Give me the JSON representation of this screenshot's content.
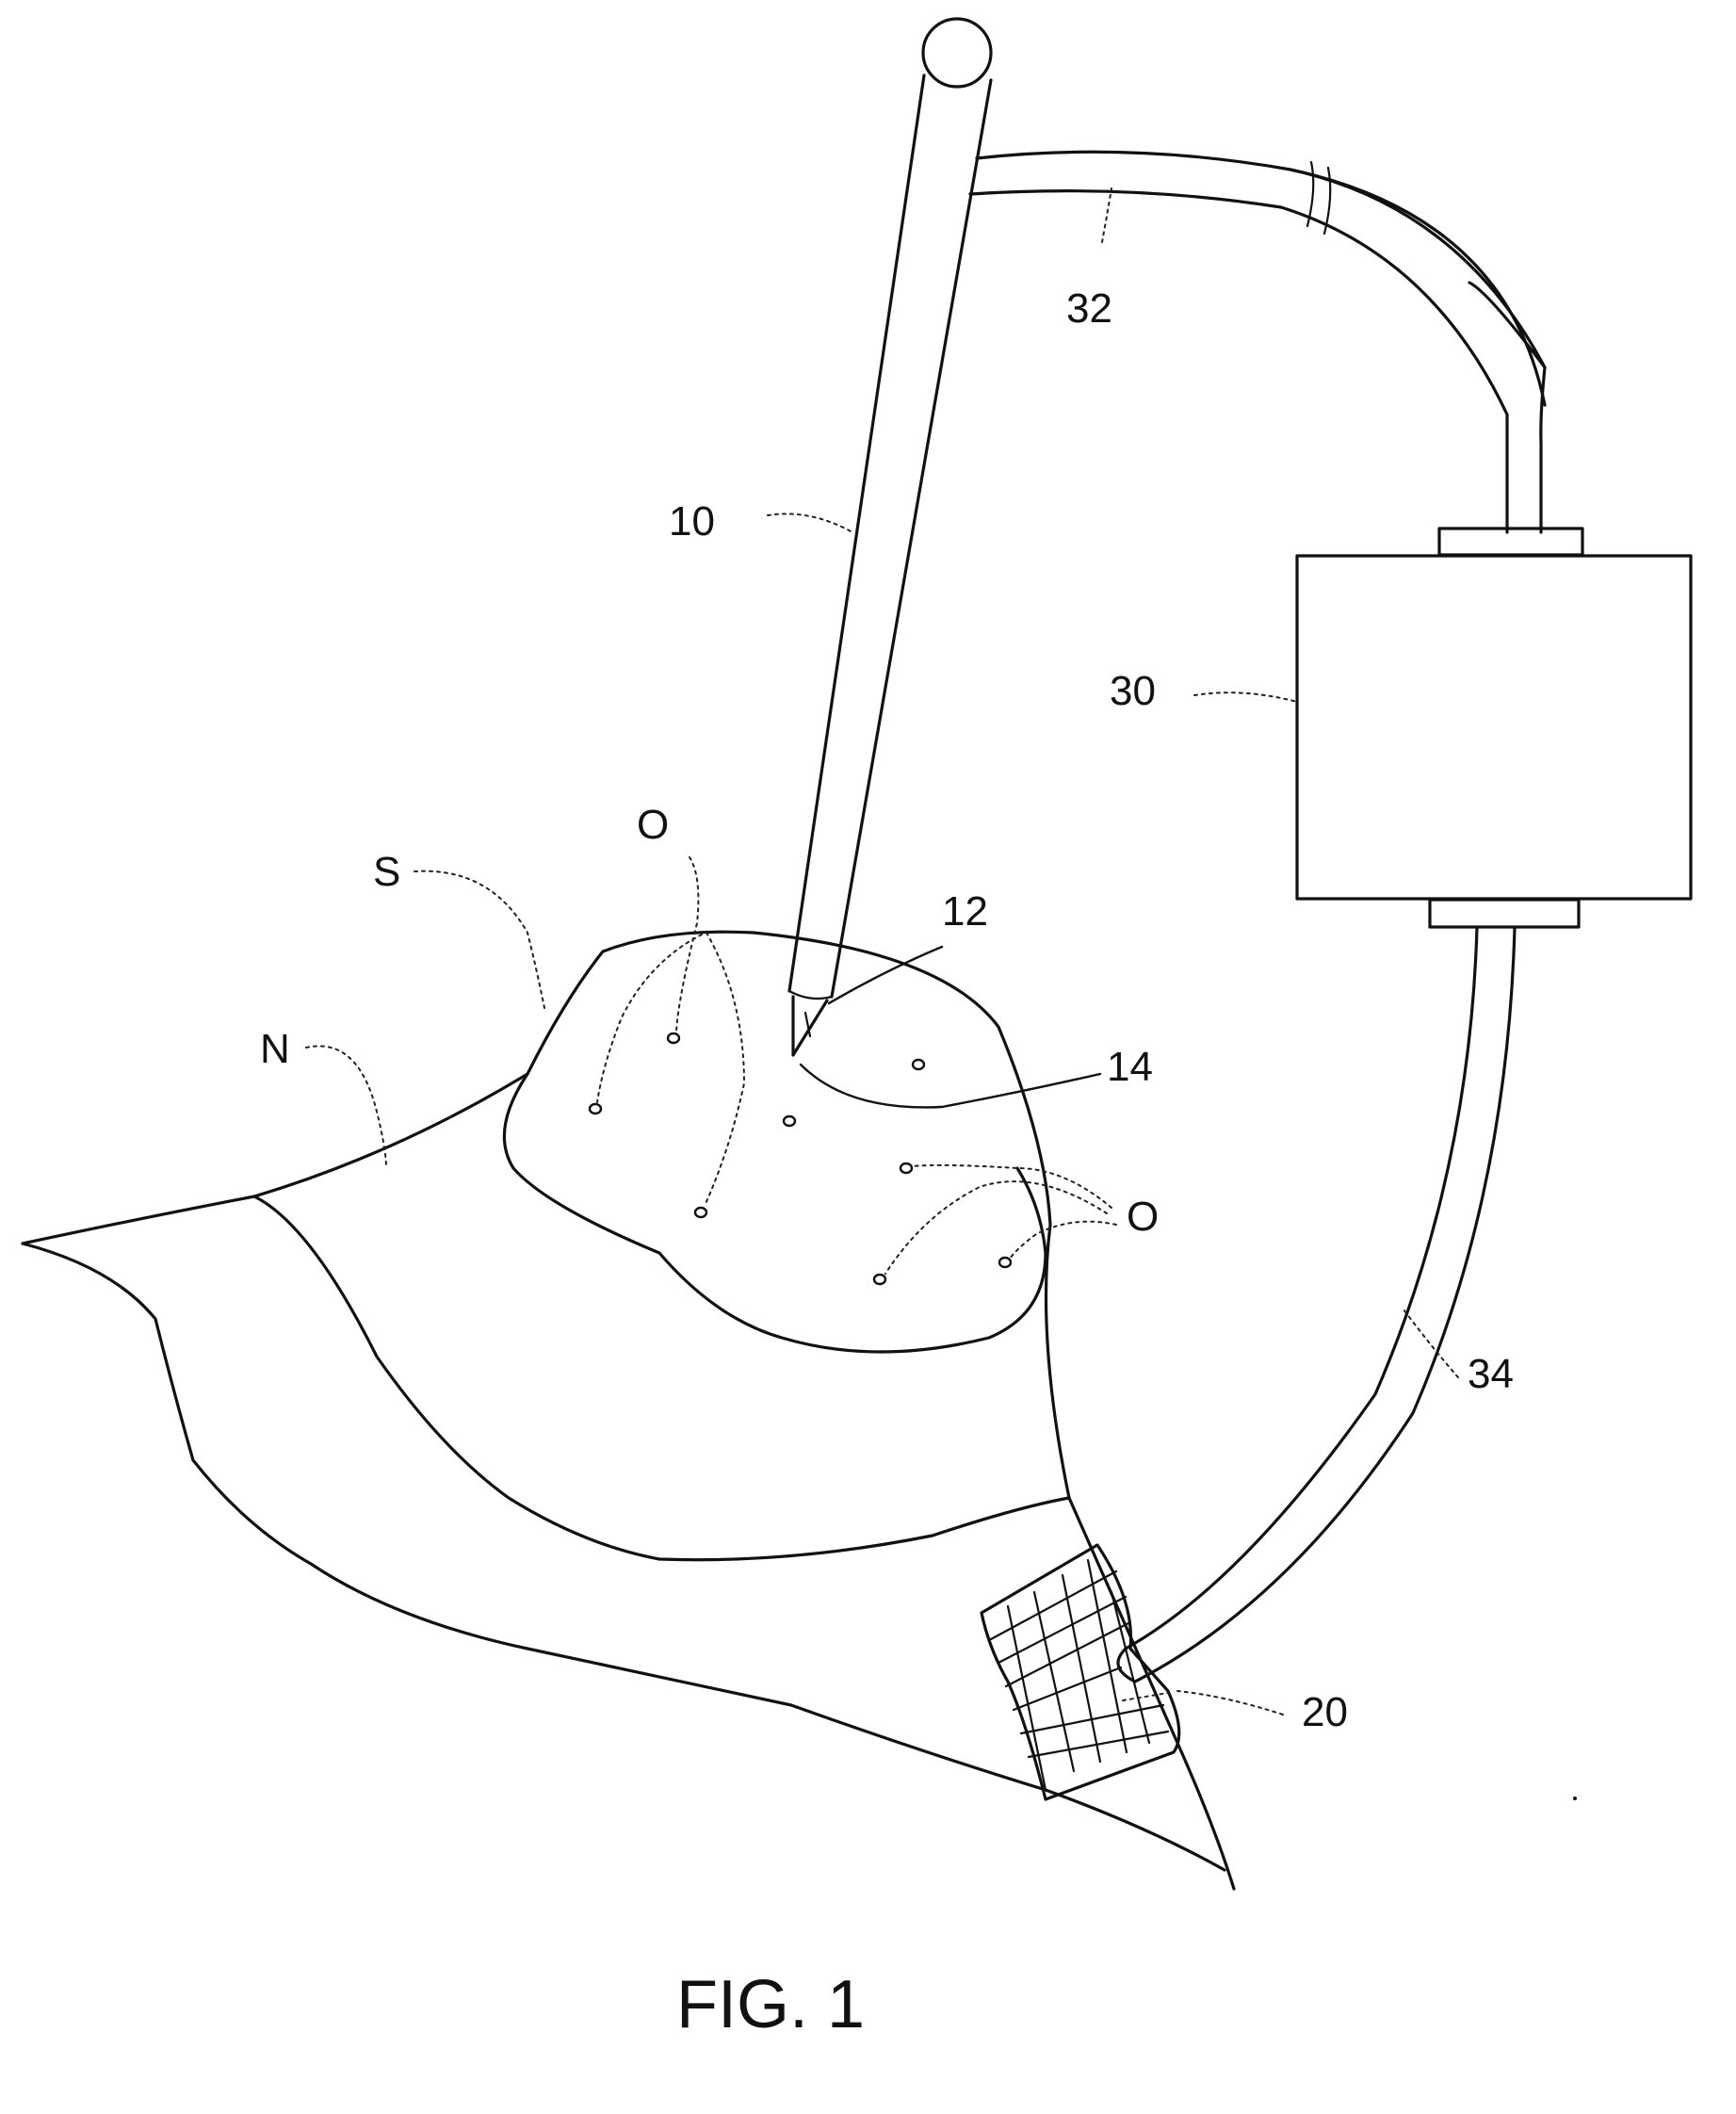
{
  "figure": {
    "caption": "FIG. 1",
    "reference_labels": {
      "probe": "10",
      "probe_tip": "12",
      "tip_end": "14",
      "mesh_patch": "20",
      "unit": "30",
      "upper_tube": "32",
      "lower_tube": "34",
      "surface": "S",
      "tissue": "N",
      "openings_upper": "O",
      "openings_lower": "O"
    }
  }
}
